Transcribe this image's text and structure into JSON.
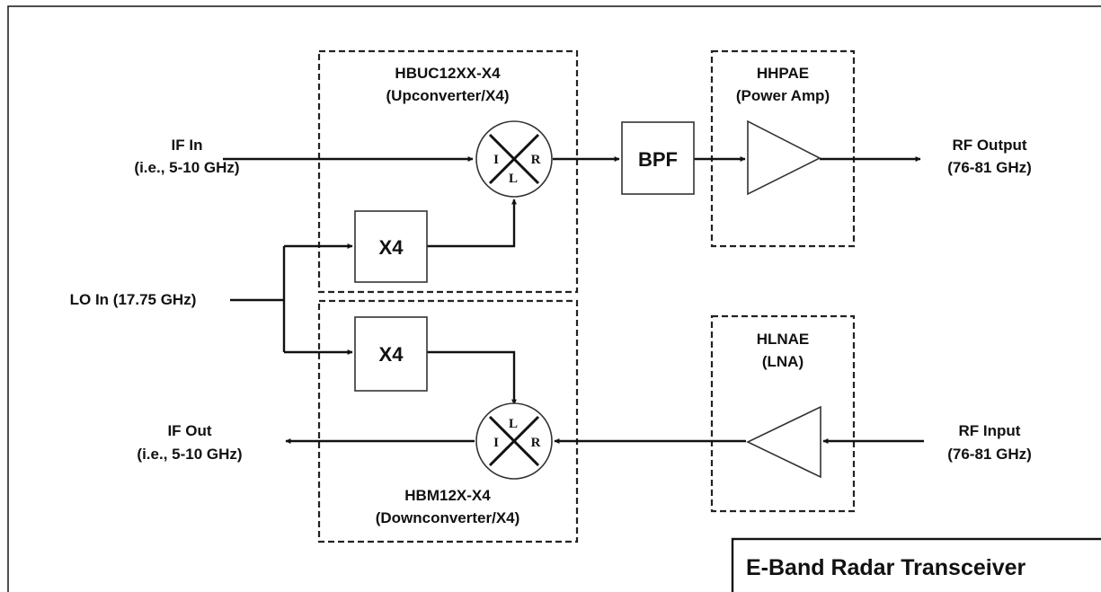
{
  "labels": {
    "if_in_line1": "IF In",
    "if_in_line2": "(i.e., 5-10 GHz)",
    "lo_in": "LO In (17.75 GHz)",
    "if_out_line1": "IF Out",
    "if_out_line2": "(i.e., 5-10 GHz)",
    "rf_output_line1": "RF Output",
    "rf_output_line2": "(76-81 GHz)",
    "rf_input_line1": "RF Input",
    "rf_input_line2": "(76-81 GHz)"
  },
  "modules": {
    "upconverter": {
      "name": "HBUC12XX-X4",
      "desc": "(Upconverter/X4)"
    },
    "downconverter": {
      "name": "HBM12X-X4",
      "desc": "(Downconverter/X4)"
    },
    "power_amp": {
      "name": "HHPAE",
      "desc": "(Power Amp)"
    },
    "lna": {
      "name": "HLNAE",
      "desc": "(LNA)"
    }
  },
  "blocks": {
    "multiplier_top": "X4",
    "multiplier_bottom": "X4",
    "bpf": "BPF"
  },
  "mixer_ports": {
    "i": "I",
    "l": "L",
    "r": "R"
  },
  "title": "E-Band Radar Transceiver"
}
